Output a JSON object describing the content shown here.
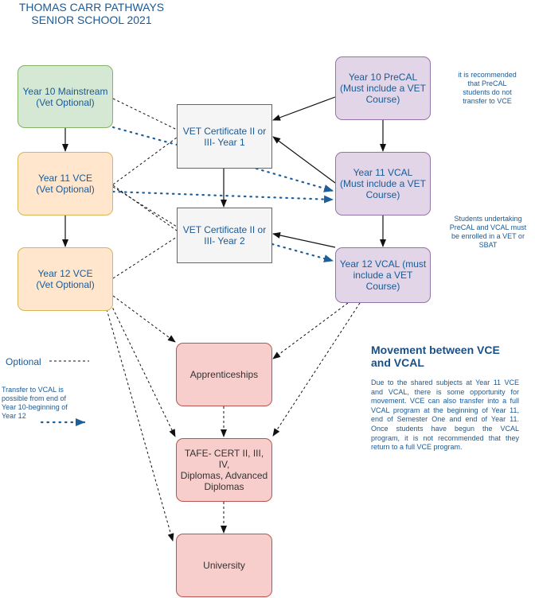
{
  "title": [
    "THOMAS CARR PATHWAYS",
    "SENIOR SCHOOL 2021"
  ],
  "boxes": {
    "y10_main": [
      "Year 10 Mainstream",
      "(Vet Optional)"
    ],
    "y11_vce": [
      "Year 11 VCE",
      "(Vet Optional)"
    ],
    "y12_vce": [
      "Year 12 VCE",
      "(Vet Optional)"
    ],
    "vet1": [
      "VET Certificate II or",
      "III- Year 1"
    ],
    "vet2": [
      "VET Certificate II or",
      "III- Year 2"
    ],
    "y10_precal": [
      "Year 10 PreCAL",
      "(Must include a VET",
      "Course)"
    ],
    "y11_vcal": [
      "Year 11 VCAL",
      "(Must include a VET",
      "Course)"
    ],
    "y12_vcal": [
      "Year 12 VCAL (must",
      "include a VET",
      "Course)"
    ],
    "apprenticeships": [
      "Apprenticeships"
    ],
    "tafe": [
      "TAFE- CERT II, III, IV,",
      "Diplomas, Advanced",
      "Diplomas"
    ],
    "university": [
      "University"
    ]
  },
  "notes": {
    "precal_note": [
      "it is recommended",
      "that PreCAL",
      "students do not",
      "transfer to VCE"
    ],
    "vet_note": [
      "Students undertaking",
      "PreCAL and VCAL must",
      "be enrolled in a VET or",
      "SBAT"
    ]
  },
  "legend": {
    "optional": "Optional",
    "transfer": [
      "Transfer to VCAL is",
      "possible from end of",
      "Year 10-beginning of",
      "Year 12"
    ]
  },
  "movement": {
    "heading": [
      "Movement between VCE",
      "and VCAL"
    ],
    "text": "Due to the shared subjects at Year 11 VCE and VCAL, there is some opportunity for movement. VCE can also transfer into a full VCAL program at the beginning of Year 11, end of Semester One and end of Year 11. Once students have begun the VCAL program, it is not recommended that they return to a full VCE program."
  },
  "colors": {
    "text": "#1a5a96",
    "dotted_arrow": "#1f5f99",
    "green_fill": "#d5e8d4",
    "orange_fill": "#ffe6cc",
    "purple_fill": "#e1d5e7",
    "gray_fill": "#f5f5f5",
    "red_fill": "#f8cecc"
  }
}
